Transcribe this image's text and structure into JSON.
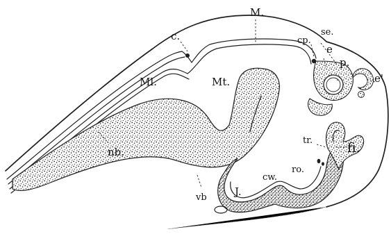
{
  "labels": {
    "M": "M.",
    "c": "c.",
    "cp": "cp.",
    "se": "se.",
    "e": "e",
    "p": "p.",
    "e_prime": "e'",
    "Ml": "Ml.",
    "Mt": "Mt.",
    "nb": "nb.",
    "vb": "vb",
    "J": "J.",
    "cw": "cw.",
    "tr": "tr.",
    "ro": "ro.",
    "fi": "fi."
  },
  "colors": {
    "ink": "#1f1f1f",
    "stipple": "#3a3a3a",
    "background": "#ffffff"
  }
}
